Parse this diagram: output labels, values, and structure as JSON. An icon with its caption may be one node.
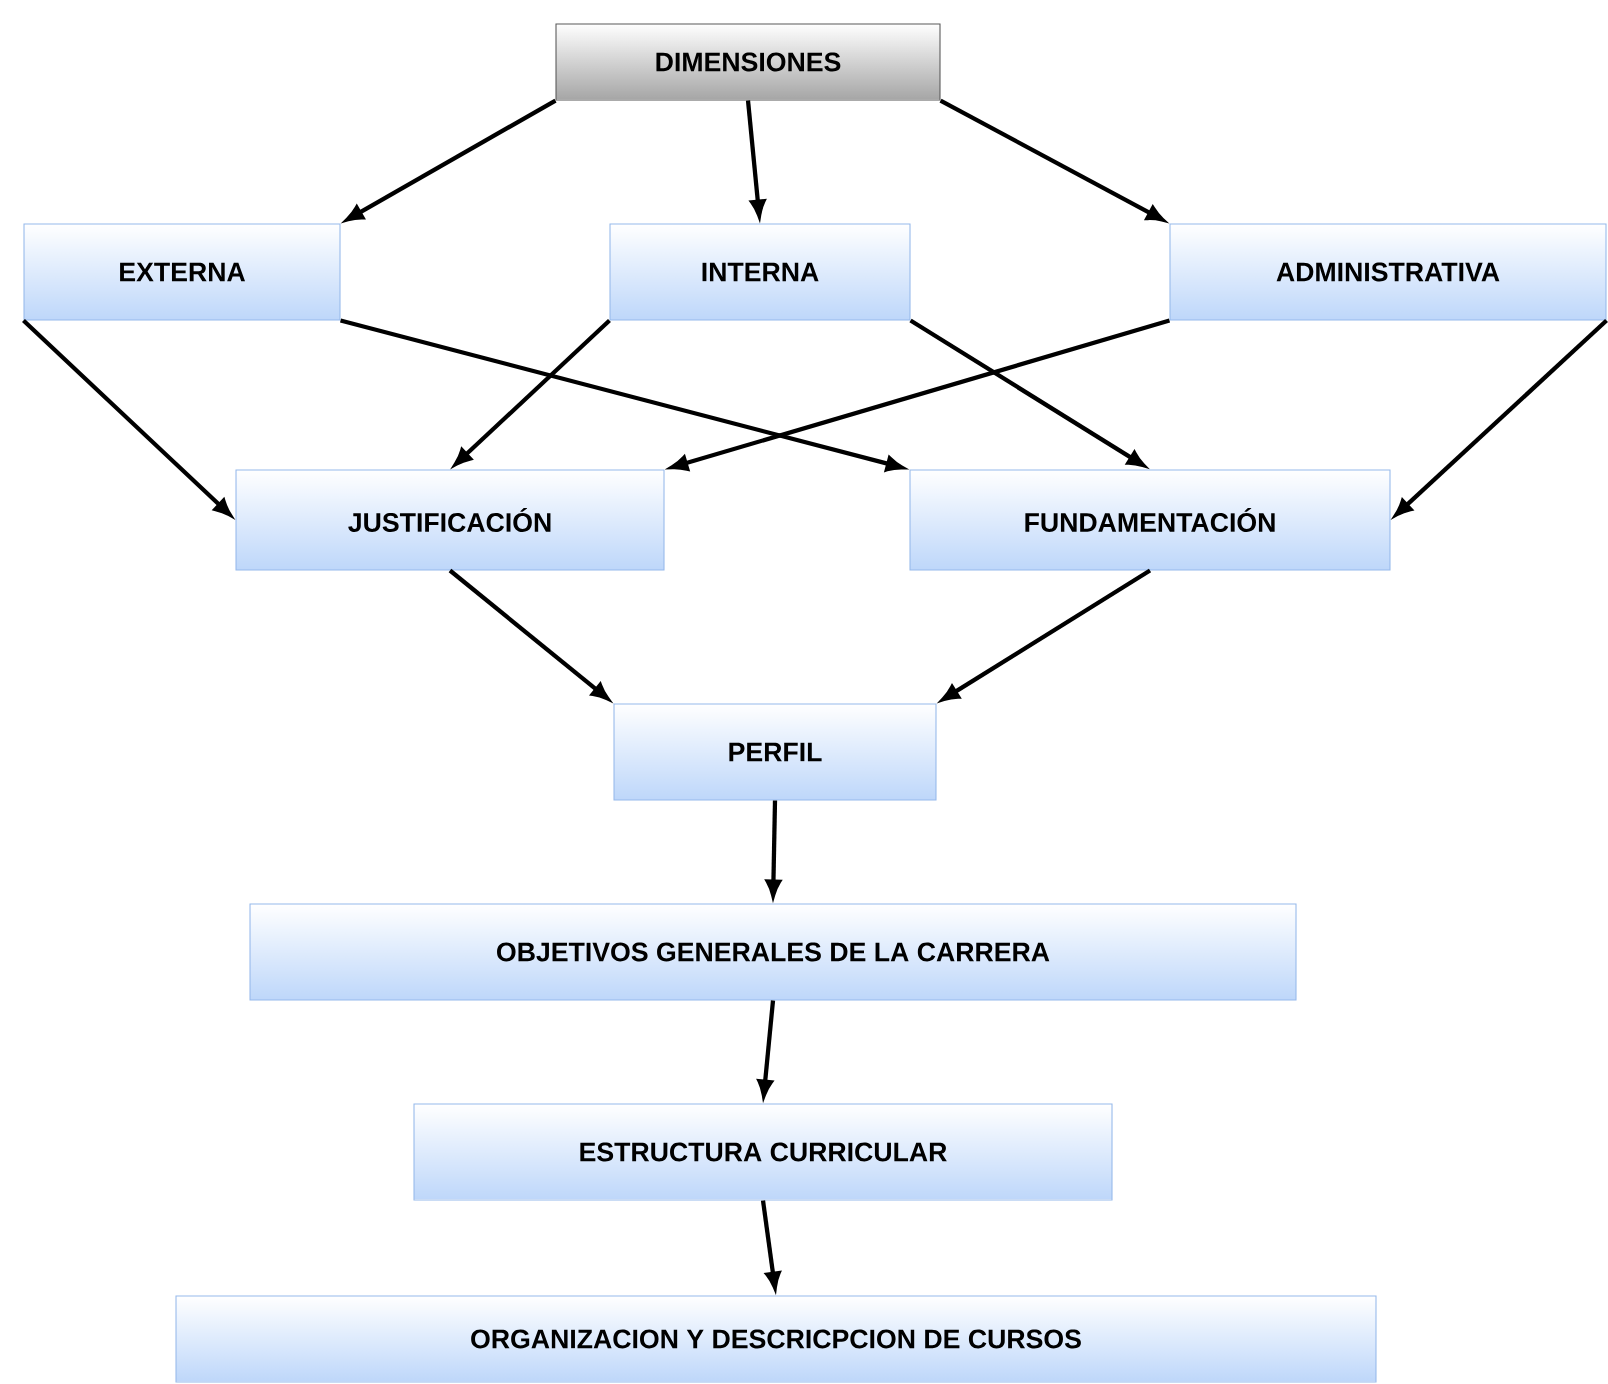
{
  "diagram": {
    "nodes": [
      {
        "text": [
          "DIMENSIONES"
        ]
      },
      {
        "text": [
          "EXTERNA"
        ]
      },
      {
        "text": [
          "INTERNA"
        ]
      },
      {
        "text": [
          "ADMINISTRATIVA"
        ]
      },
      {
        "text": [
          "JUSTIFICACIÓN"
        ]
      },
      {
        "text": [
          "FUNDAMENTACIÓN"
        ]
      },
      {
        "text": [
          "PERFIL"
        ]
      },
      {
        "text": [
          "OBJETIVOS GENERALES DE LA CARRERA"
        ]
      },
      {
        "text": [
          "ESTRUCTURA CURRICULAR"
        ]
      },
      {
        "text": [
          "ORGANIZACION Y DESCRICPCION DE CURSOS"
        ]
      }
    ],
    "edges": [
      {
        "from": 0,
        "to": 1,
        "arrow": "to"
      },
      {
        "from": 0,
        "to": 2,
        "arrow": "to"
      },
      {
        "from": 0,
        "to": 3,
        "arrow": "to"
      },
      {
        "from": 1,
        "to": 4,
        "arrow": "to"
      },
      {
        "from": 1,
        "to": 5,
        "arrow": "to"
      },
      {
        "from": 2,
        "to": 4,
        "arrow": "to"
      },
      {
        "from": 2,
        "to": 5,
        "arrow": "to"
      },
      {
        "from": 3,
        "to": 4,
        "arrow": "to"
      },
      {
        "from": 3,
        "to": 5,
        "arrow": "to"
      },
      {
        "from": 4,
        "to": 6,
        "arrow": "to"
      },
      {
        "from": 5,
        "to": 6,
        "arrow": "to"
      },
      {
        "from": 6,
        "to": 7,
        "arrow": "to"
      },
      {
        "from": 7,
        "to": 8,
        "arrow": "to"
      },
      {
        "from": 8,
        "to": 9,
        "arrow": "to"
      }
    ]
  }
}
